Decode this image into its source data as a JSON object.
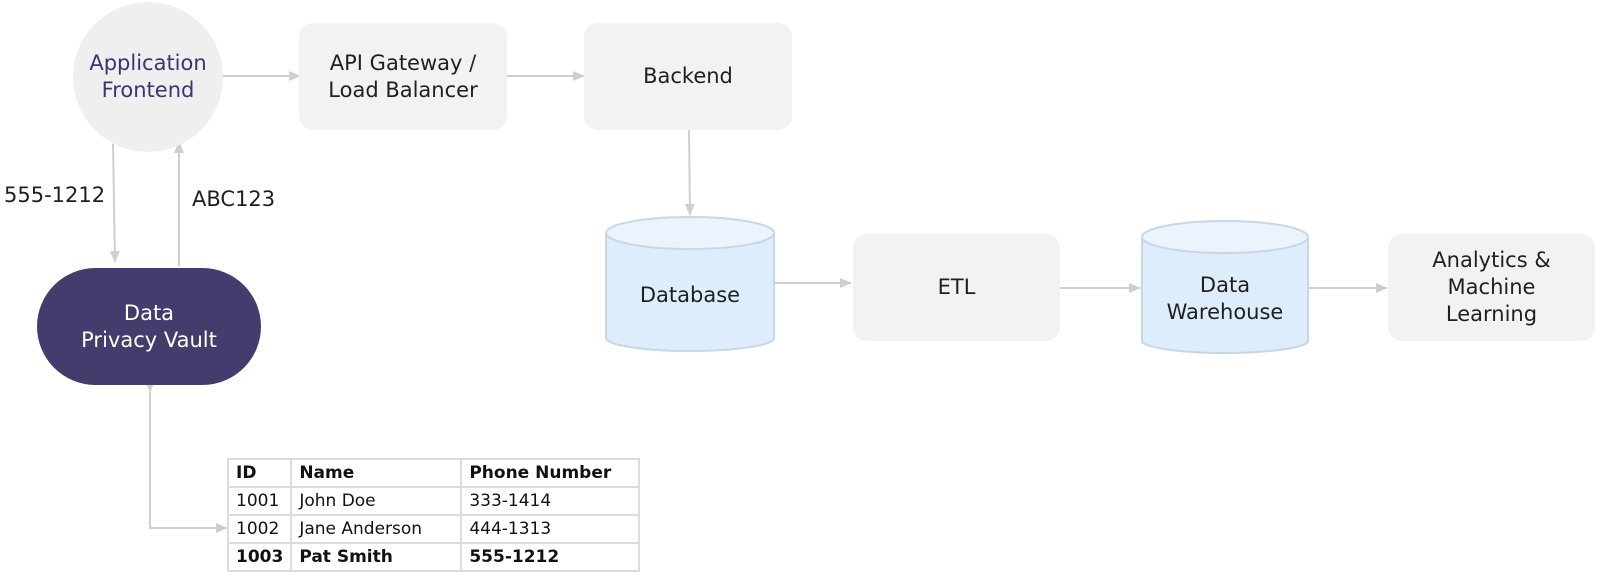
{
  "nodes": {
    "app_frontend": "Application\nFrontend",
    "api_gateway": "API Gateway /\nLoad Balancer",
    "backend": "Backend",
    "database": "Database",
    "etl": "ETL",
    "data_warehouse": "Data\nWarehouse",
    "analytics": "Analytics &\nMachine\nLearning",
    "privacy_vault": "Data\nPrivacy Vault"
  },
  "edge_labels": {
    "to_vault": "555-1212",
    "from_vault": "ABC123"
  },
  "colors": {
    "box_fill": "#f2f2f2",
    "cylinder_fill": "#deedfc",
    "vault_fill": "#433d6d",
    "frontend_text": "#3a3470",
    "connector": "#cfcfcf"
  },
  "table": {
    "headers": [
      "ID",
      "Name",
      "Phone Number"
    ],
    "rows": [
      [
        "1001",
        "John Doe",
        "333-1414"
      ],
      [
        "1002",
        "Jane Anderson",
        "444-1313"
      ],
      [
        "1003",
        "Pat Smith",
        "555-1212"
      ]
    ],
    "highlighted_row": 3
  }
}
